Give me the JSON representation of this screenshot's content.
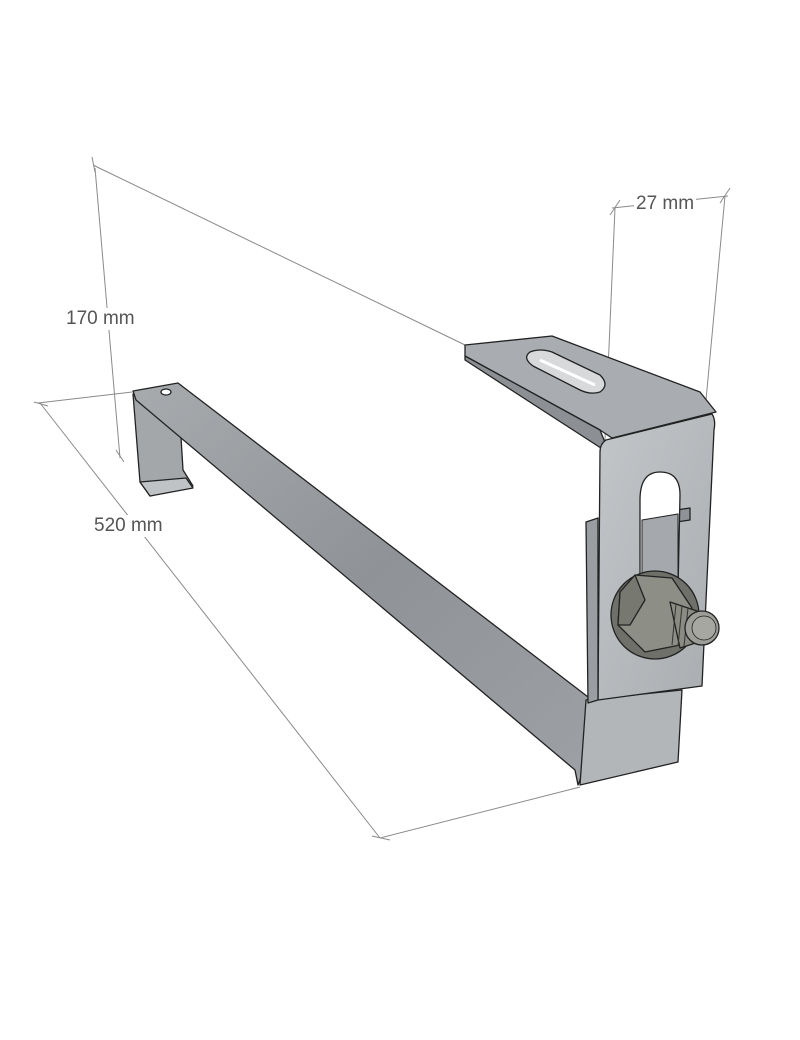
{
  "dimensions": {
    "height_label": "170 mm",
    "length_label": "520 mm",
    "width_label": "27 mm"
  },
  "colors": {
    "metal_light": "#b9bcbf",
    "metal_mid": "#9ea2a6",
    "metal_dark": "#7d8185",
    "nut": "#8a8a82",
    "dim_line": "#888888"
  }
}
